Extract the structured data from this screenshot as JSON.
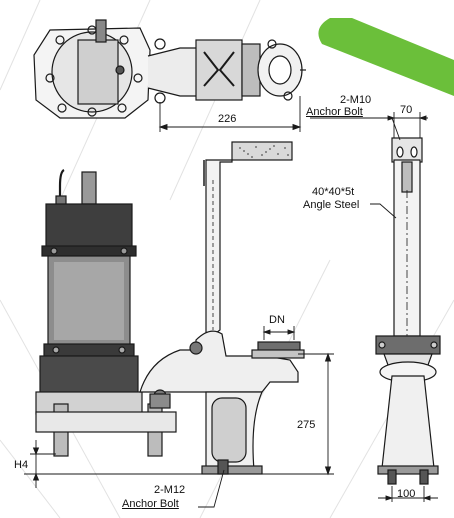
{
  "dimensions": {
    "top_span": "226",
    "anchor_bolt_top_qty": "2-M10",
    "anchor_bolt_top_name": "Anchor Bolt",
    "width_top": "70",
    "angle_steel_size": "40*40*5t",
    "angle_steel_name": "Angle Steel",
    "outlet": "DN",
    "height_outlet": "275",
    "height_base": "H4",
    "anchor_bolt_bottom_qty": "2-M12",
    "anchor_bolt_bottom_name": "Anchor Bolt",
    "width_base": "100"
  },
  "colors": {
    "line": "#1a1a1a",
    "accent_banner": "#6bbf3a",
    "watermark": "#dcdcdc",
    "dark_fill": "#3a3a3a",
    "mid_fill": "#8a8a8a"
  }
}
